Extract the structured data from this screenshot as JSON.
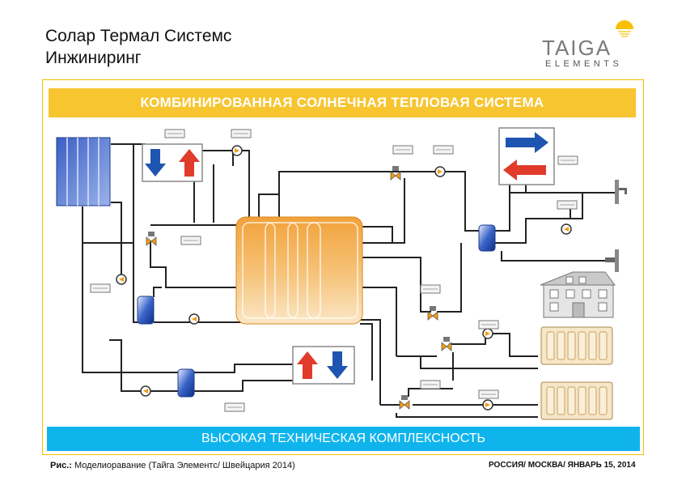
{
  "header": {
    "title_line1": "Солар Термал Системс",
    "title_line2": "Инжиниринг"
  },
  "logo": {
    "name": "TAIGA",
    "subtitle": "ELEMENTS",
    "icon": "sun-icon",
    "color_main": "#7a7a7a",
    "color_accent": "#f7c000"
  },
  "diagram": {
    "banner_top": "КОМБИНИРОВАННАЯ СОЛНЕЧНАЯ ТЕПЛОВАЯ СИСТЕМА",
    "banner_bottom": "ВЫСОКАЯ ТЕХНИЧЕСКАЯ КОМПЛЕКСНОСТЬ",
    "colors": {
      "banner_top": "#f7c530",
      "banner_bottom": "#10b4ec",
      "tank": "#f2a640",
      "pipe": "#111111",
      "hot_arrow": "#e03b2b",
      "cold_arrow": "#1e55b0"
    },
    "components": [
      "solar-collector-icon",
      "heat-exchanger-icon",
      "storage-tank-icon",
      "pump-icon",
      "mixing-valve-icon",
      "house-icon",
      "radiator-icon",
      "faucet-icon",
      "controller-icon",
      "hot-cold-arrows-icon"
    ]
  },
  "footer": {
    "caption_label": "Рис.:",
    "caption_text": " Моделиоравание  (Тайга Элементс/ Швейцария 2014)",
    "right": "РОССИЯ/ МОСКВА/ ЯНВАРЬ 15, 2014"
  }
}
